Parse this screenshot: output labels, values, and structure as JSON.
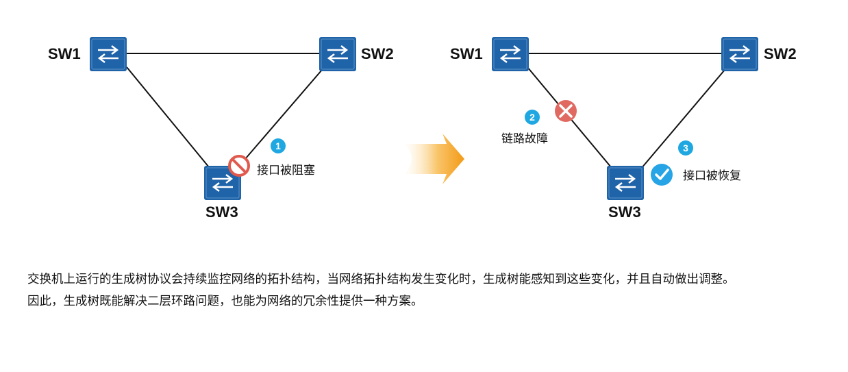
{
  "left_diagram": {
    "switches": {
      "sw1": "SW1",
      "sw2": "SW2",
      "sw3": "SW3"
    },
    "step": {
      "number": "1",
      "label": "接口被阻塞"
    }
  },
  "right_diagram": {
    "switches": {
      "sw1": "SW1",
      "sw2": "SW2",
      "sw3": "SW3"
    },
    "fault": {
      "number": "2",
      "label": "链路故障"
    },
    "recovery": {
      "number": "3",
      "label": "接口被恢复"
    }
  },
  "description": {
    "line1": "交换机上运行的生成树协议会持续监控网络的拓扑结构，当网络拓扑结构发生变化时，生成树能感知到这些变化，并且自动做出调整。",
    "line2": "因此，生成树既能解决二层环路问题，也能为网络的冗余性提供一种方案。"
  },
  "colors": {
    "switch": "#1f63a8",
    "badge": "#1ea7e0",
    "blocked": "#e05a4e",
    "fault": "#e06a62",
    "ok": "#27a4e6",
    "arrow": "#f5a020"
  },
  "icons": {
    "switch": "switch-icon",
    "blocked": "blocked-icon",
    "fault": "fault-x-icon",
    "ok": "check-icon",
    "transition": "arrow-right-icon"
  }
}
